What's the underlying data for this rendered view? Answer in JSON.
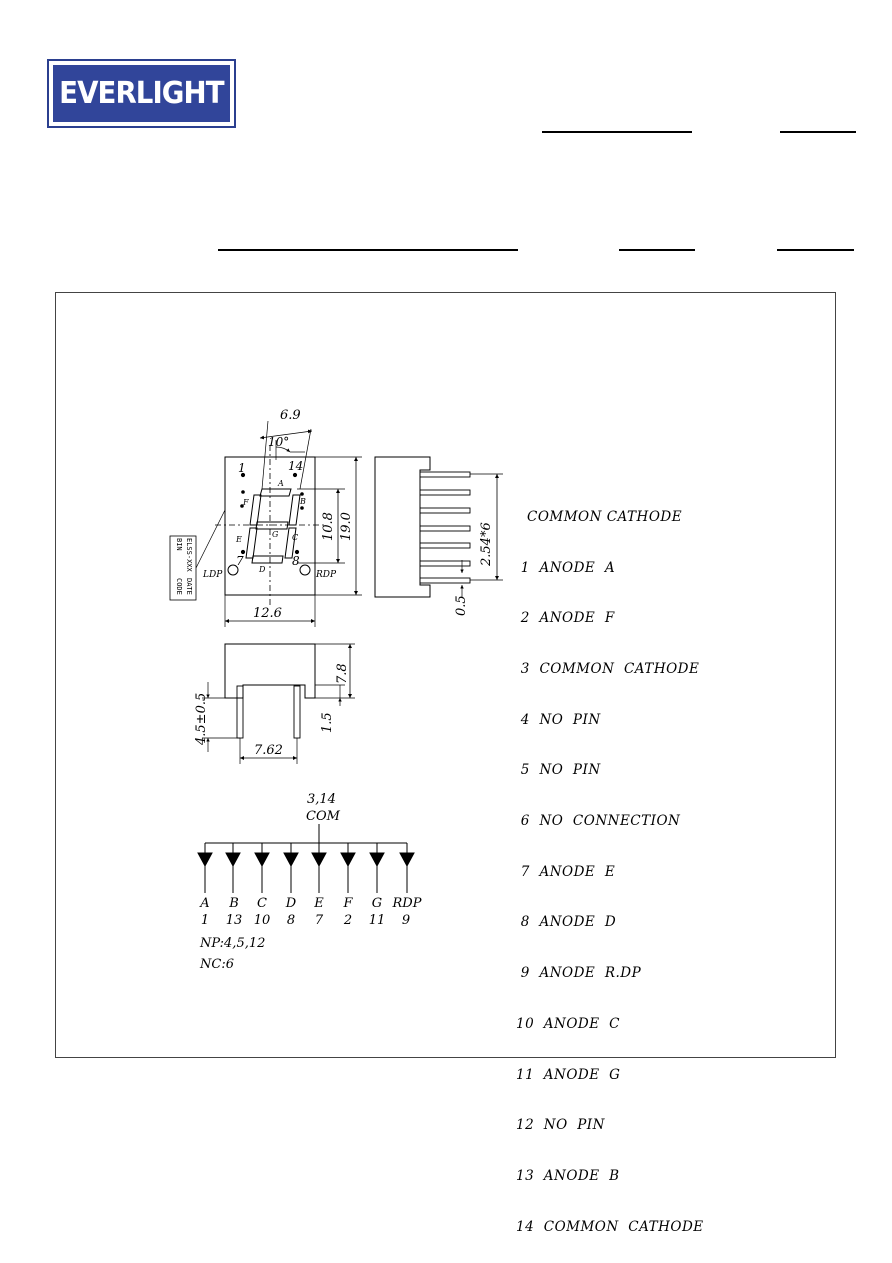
{
  "brand": {
    "name": "EVERLIGHT"
  },
  "pin_table": {
    "header": "COMMON CATHODE",
    "pins": [
      " 1  ANODE  A",
      " 2  ANODE  F",
      " 3  COMMON  CATHODE",
      " 4  NO  PIN",
      " 5  NO  PIN",
      " 6  NO  CONNECTION",
      " 7  ANODE  E",
      " 8  ANODE  D",
      " 9  ANODE  R.DP",
      "10  ANODE  C",
      "11  ANODE  G",
      "12  NO  PIN",
      "13  ANODE  B",
      "14  COMMON  CATHODE"
    ]
  },
  "dimensions": {
    "top_width": "6.9",
    "tilt_angle": "10°",
    "body_width": "12.6",
    "digit_height": "10.8",
    "body_height": "19.0",
    "pin_pitch": "2.54*6",
    "pin_thickness": "0.5",
    "body_depth": "7.8",
    "standoff": "1.5",
    "pin_length": "4.5±0.5",
    "row_spacing": "7.62"
  },
  "front_view": {
    "pin1": "1",
    "pin14": "14",
    "pin7": "7",
    "pin8": "8",
    "ldp": "LDP",
    "rdp": "RDP",
    "segments": [
      "A",
      "B",
      "C",
      "D",
      "E",
      "F",
      "G"
    ],
    "side_marking": [
      "ELSS-XXX",
      "DATE",
      "BIN",
      "CODE"
    ]
  },
  "circuit": {
    "common_pins": "3,14",
    "common_label": "COM",
    "segments": [
      "A",
      "B",
      "C",
      "D",
      "E",
      "F",
      "G",
      "RDP"
    ],
    "pins": [
      "1",
      "13",
      "10",
      "8",
      "7",
      "2",
      "11",
      "9"
    ],
    "np_note": "NP:4,5,12",
    "nc_note": "NC:6"
  }
}
